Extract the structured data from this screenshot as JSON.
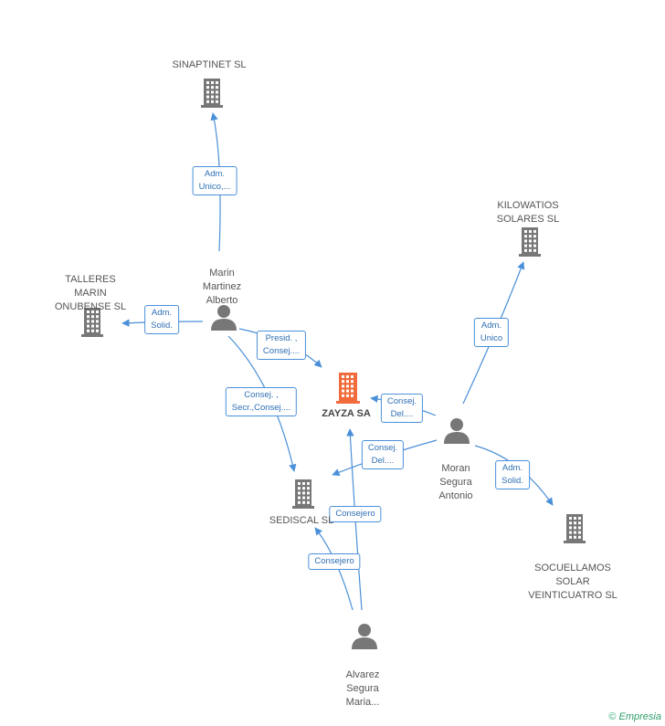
{
  "colors": {
    "company": "#777777",
    "center": "#f26b3a",
    "person": "#777777",
    "edge": "#4a90d9",
    "brand": "#2e9e6a"
  },
  "nodes": [
    {
      "id": "sinaptinet",
      "type": "company",
      "label": "SINAPTINET SL"
    },
    {
      "id": "kilowatios",
      "type": "company",
      "label": "KILOWATIOS\nSOLARES SL"
    },
    {
      "id": "talleres",
      "type": "company",
      "label": "TALLERES\nMARIN\nONUBENSE SL"
    },
    {
      "id": "marin",
      "type": "person",
      "label": "Marin\nMartinez\nAlberto"
    },
    {
      "id": "zayza",
      "type": "center",
      "label": "ZAYZA SA"
    },
    {
      "id": "moran",
      "type": "person",
      "label": "Moran\nSegura\nAntonio"
    },
    {
      "id": "sediscal",
      "type": "company",
      "label": "SEDISCAL SL"
    },
    {
      "id": "socuellamos",
      "type": "company",
      "label": "SOCUELLAMOS\nSOLAR\nVEINTICUATRO SL"
    },
    {
      "id": "alvarez",
      "type": "person",
      "label": "Alvarez\nSegura\nMaria..."
    }
  ],
  "edges": [
    {
      "from": "marin",
      "to": "sinaptinet",
      "label": "Adm.\nUnico,..."
    },
    {
      "from": "marin",
      "to": "talleres",
      "label": "Adm.\nSolid."
    },
    {
      "from": "marin",
      "to": "zayza",
      "label": "Presid. ,\nConsej...."
    },
    {
      "from": "marin",
      "to": "sediscal",
      "label": "Consej. ,\nSecr.,Consej...."
    },
    {
      "from": "moran",
      "to": "zayza",
      "label": "Consej.\nDel...."
    },
    {
      "from": "moran",
      "to": "sediscal",
      "label": "Consej.\nDel...."
    },
    {
      "from": "moran",
      "to": "kilowatios",
      "label": "Adm.\nUnico"
    },
    {
      "from": "moran",
      "to": "socuellamos",
      "label": "Adm.\nSolid."
    },
    {
      "from": "alvarez",
      "to": "zayza",
      "label": "Consejero"
    },
    {
      "from": "alvarez",
      "to": "sediscal",
      "label": "Consejero"
    }
  ],
  "footer": {
    "copyright": "©",
    "brand": "Empresia"
  }
}
